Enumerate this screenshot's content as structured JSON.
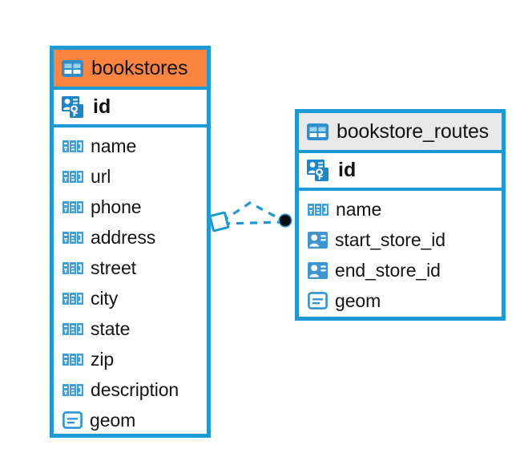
{
  "diagram": {
    "type": "entity-relationship-diagram",
    "background": "#ffffff",
    "accent_color": "#1b9ad6",
    "highlight_color": "#fb8440",
    "entities": [
      {
        "name": "bookstores",
        "header_style": "accent-orange",
        "header_icon": "table-icon",
        "primary_key": {
          "name": "id",
          "icon": "primary-key-icon"
        },
        "fields": [
          {
            "name": "name",
            "icon": "abc-text-icon"
          },
          {
            "name": "url",
            "icon": "abc-text-icon"
          },
          {
            "name": "phone",
            "icon": "abc-text-icon"
          },
          {
            "name": "address",
            "icon": "abc-text-icon"
          },
          {
            "name": "street",
            "icon": "abc-text-icon"
          },
          {
            "name": "city",
            "icon": "abc-text-icon"
          },
          {
            "name": "state",
            "icon": "abc-text-icon"
          },
          {
            "name": "zip",
            "icon": "abc-text-icon"
          },
          {
            "name": "description",
            "icon": "abc-text-icon"
          },
          {
            "name": "geom",
            "icon": "geometry-icon"
          }
        ]
      },
      {
        "name": "bookstore_routes",
        "header_style": "accent-gray",
        "header_icon": "table-icon",
        "primary_key": {
          "name": "id",
          "icon": "primary-key-icon"
        },
        "fields": [
          {
            "name": "name",
            "icon": "abc-text-icon"
          },
          {
            "name": "start_store_id",
            "icon": "foreign-key-icon"
          },
          {
            "name": "end_store_id",
            "icon": "foreign-key-icon"
          },
          {
            "name": "geom",
            "icon": "geometry-icon"
          }
        ]
      }
    ],
    "relationship": {
      "style": "dashed",
      "color": "#1b9ad6",
      "source_marker": "diamond-outline",
      "target_marker": "filled-circle",
      "target_marker_color": "#0d0d14"
    }
  }
}
